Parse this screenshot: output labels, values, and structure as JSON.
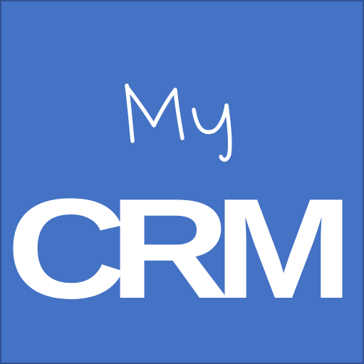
{
  "logo": {
    "script_word": "My",
    "letters": [
      "C",
      "R",
      "M"
    ],
    "colors": {
      "background": "#4472c4",
      "border": "#2f528f",
      "text": "#ffffff"
    }
  }
}
